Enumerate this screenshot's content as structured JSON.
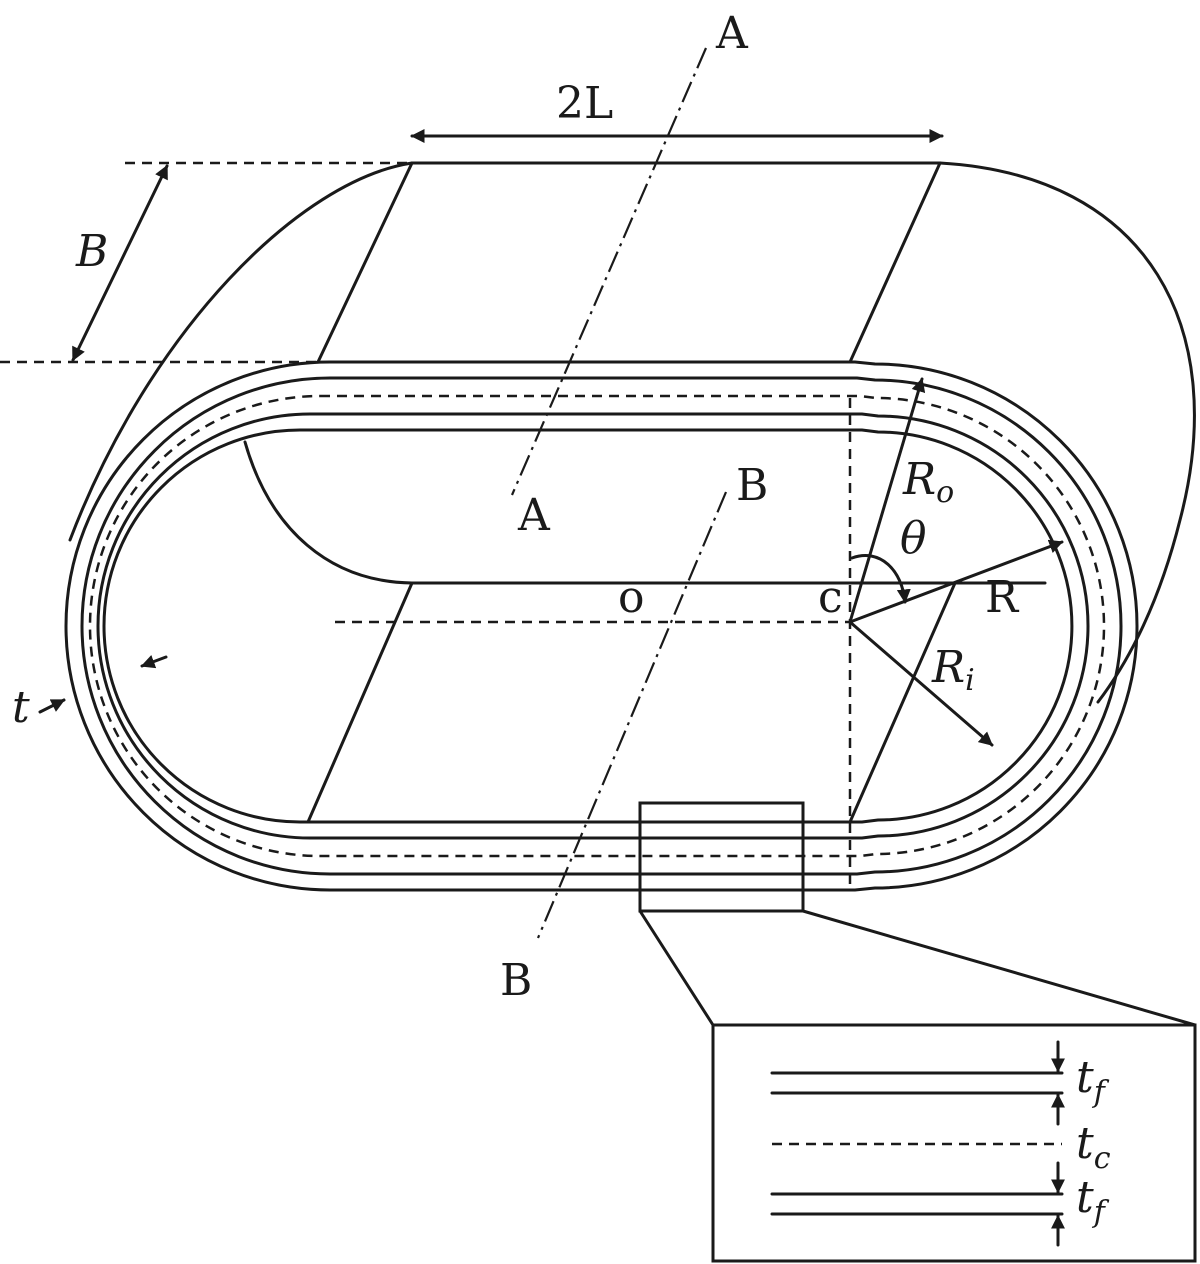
{
  "labels": {
    "length": "2L",
    "width": "B",
    "section_a_top": "A",
    "section_a_bottom": "A",
    "section_b_top": "B",
    "section_b_bottom": "B",
    "origin": "o",
    "center": "c",
    "radial_point": "R",
    "angle": "θ",
    "outer_radius": "R",
    "outer_radius_sub": "o",
    "inner_radius": "R",
    "inner_radius_sub": "i",
    "thickness": "t",
    "face_thickness_top": "t",
    "face_thickness_top_sub": "f",
    "core_thickness": "t",
    "core_thickness_sub": "c",
    "face_thickness_bottom": "t",
    "face_thickness_bottom_sub": "f"
  }
}
